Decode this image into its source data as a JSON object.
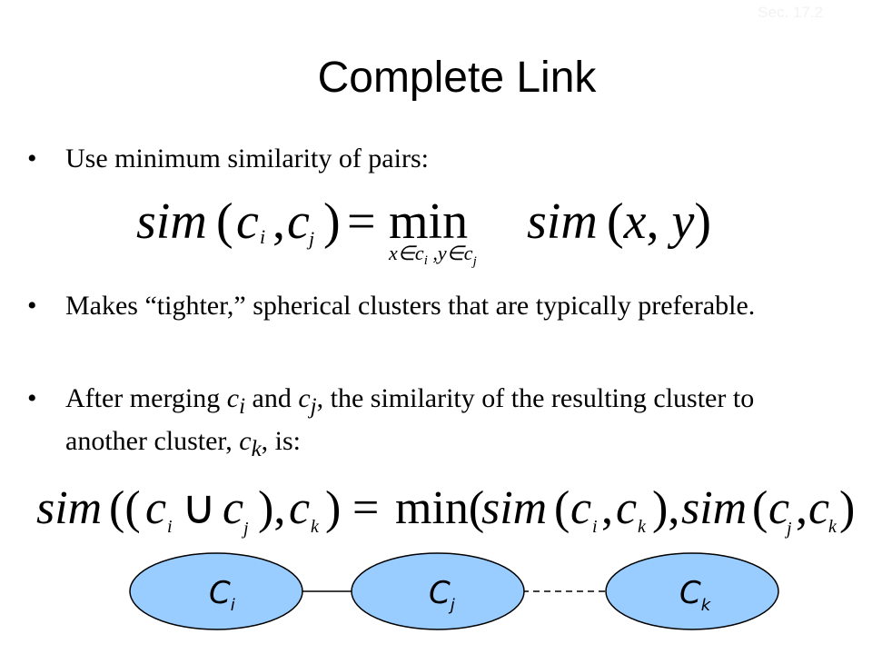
{
  "slide": {
    "section": "Sec. 17.2",
    "title": "Complete Link",
    "bullets": [
      {
        "text": "Use minimum similarity of pairs:"
      },
      {
        "text": "Makes “tighter,” spherical clusters that are typically preferable."
      },
      {
        "before": "After merging ",
        "ci": "c",
        "ci_sub": "i",
        "mid": " and ",
        "cj": "c",
        "cj_sub": "j",
        "after1": ", the similarity of the resulting cluster to another cluster, ",
        "ck": "c",
        "ck_sub": "k",
        "after2": ", is:"
      }
    ],
    "diagram": {
      "nodes": [
        {
          "label": "C",
          "sub": "i"
        },
        {
          "label": "C",
          "sub": "j"
        },
        {
          "label": "C",
          "sub": "k"
        }
      ],
      "colors": {
        "node_fill": "#99CCFF",
        "node_stroke": "#000000",
        "link": "#000000"
      }
    }
  }
}
